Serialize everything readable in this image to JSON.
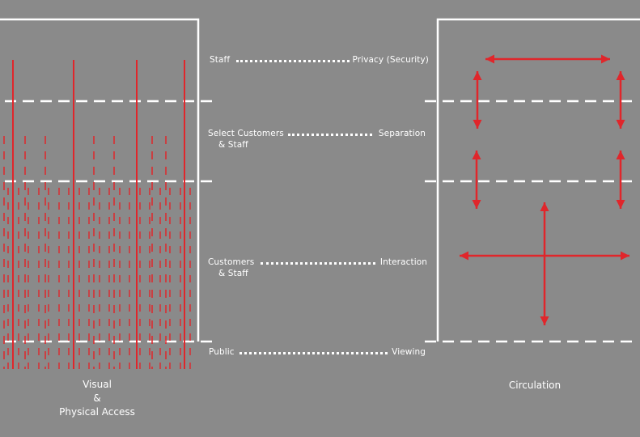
{
  "tiers": [
    {
      "left": "Staff",
      "right": "Privacy (Security)"
    },
    {
      "left_line1": "Select Customers",
      "left_line2": "& Staff",
      "right": "Separation"
    },
    {
      "left_line1": "Customers",
      "left_line2": "& Staff",
      "right": "Interaction"
    },
    {
      "left": "Public",
      "right": "Viewing"
    }
  ],
  "captions": {
    "left_line1": "Visual",
    "left_line2": "&",
    "left_line3": "Physical Access",
    "right": "Circulation"
  },
  "colors": {
    "background": "#8a8a8a",
    "line": "#ffffff",
    "accent": "#e0262b"
  }
}
